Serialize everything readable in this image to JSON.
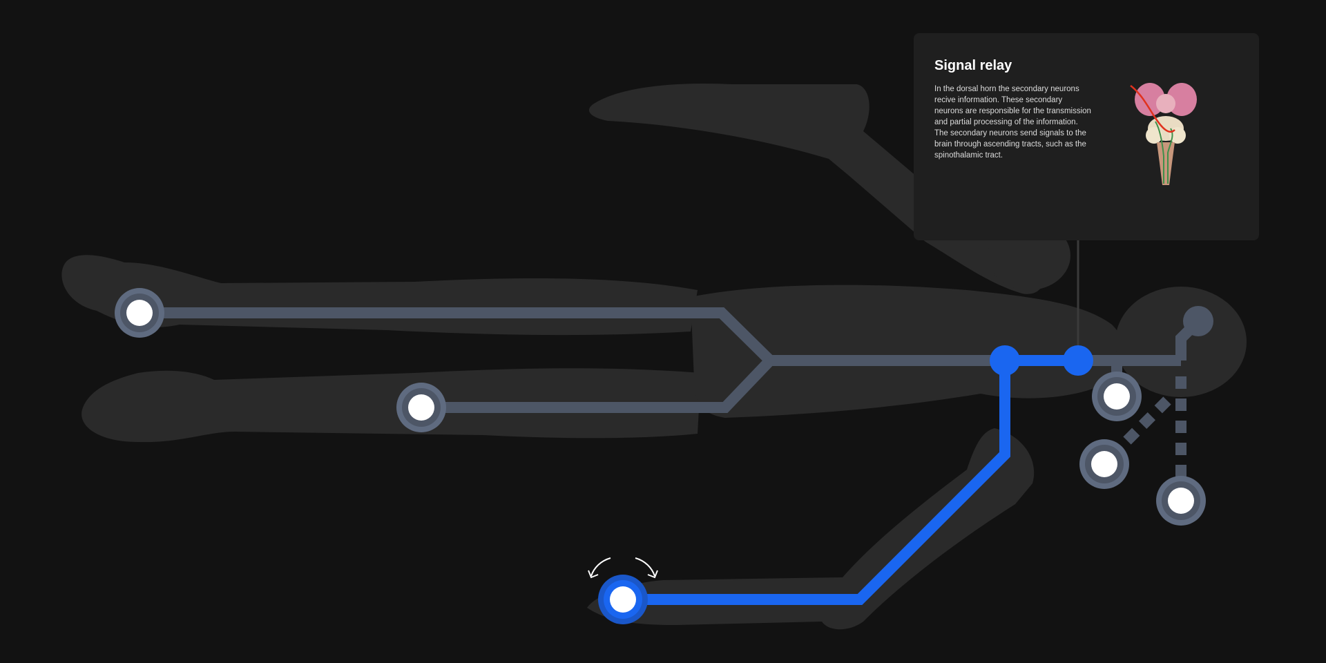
{
  "info_panel": {
    "title": "Signal relay",
    "body": "In the dorsal horn the secondary neurons recive information. These secondary neurons are responsible for the transmission and partial processing of the information. The secondary neurons send signals to the brain through ascending tracts, such as the spinothalamic tract.",
    "illustration_icon": "brain-stem-icon"
  },
  "colors": {
    "background": "#121212",
    "body_silhouette": "#2a2a2a",
    "inactive_path": "#4d5666",
    "active_path": "#1a66f0",
    "inactive_node_ring": "#5f6b80",
    "node_center": "#ffffff",
    "panel": "#1f1f1f",
    "connector_line": "#3a3a3a"
  },
  "nodes": [
    {
      "name": "node-upper-arm-left",
      "state": "inactive"
    },
    {
      "name": "node-lower-arm-left",
      "state": "inactive"
    },
    {
      "name": "node-foot-active",
      "state": "active",
      "rotate_hint_icon": "rotate-arrows-icon"
    },
    {
      "name": "node-right-1",
      "state": "inactive"
    },
    {
      "name": "node-right-2",
      "state": "inactive"
    },
    {
      "name": "node-right-3",
      "state": "inactive"
    }
  ],
  "junctions": [
    {
      "name": "junction-active-1",
      "state": "active"
    },
    {
      "name": "junction-active-2",
      "state": "active"
    },
    {
      "name": "junction-head",
      "state": "inactive"
    }
  ]
}
